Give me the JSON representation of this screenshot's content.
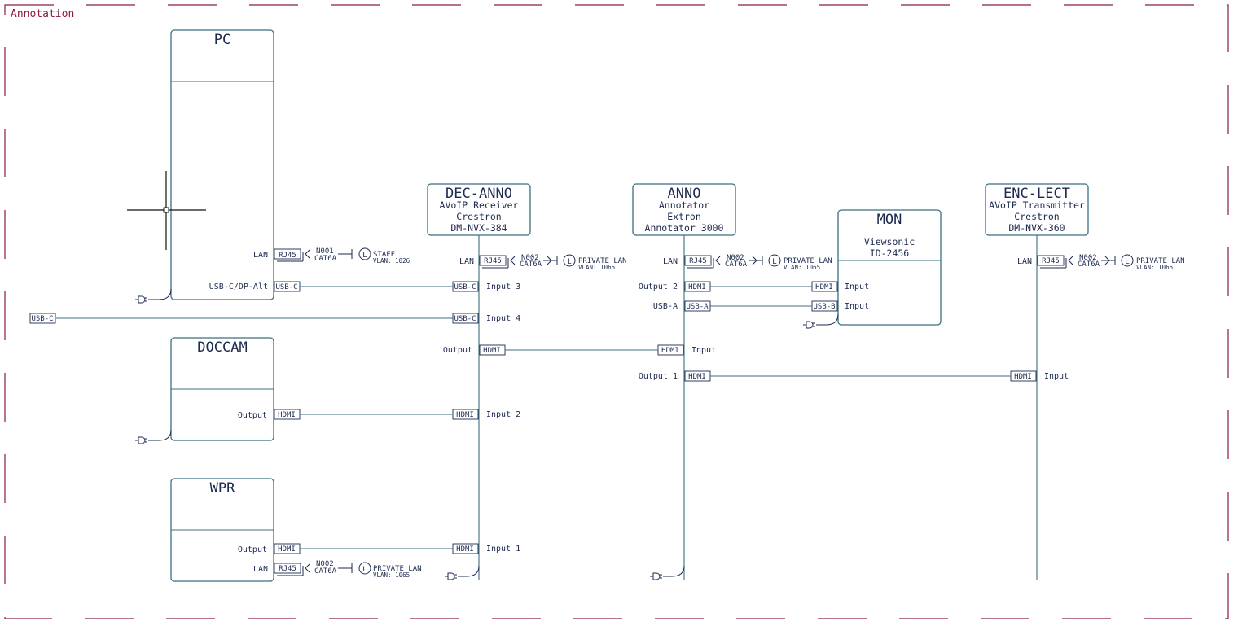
{
  "frame": {
    "label": "Annotation",
    "color": "#8a1c3c"
  },
  "colors": {
    "device_stroke": "#3c6e82",
    "text": "#1d2a4f"
  },
  "devices": {
    "pc": {
      "title": "PC",
      "lan_label": "LAN",
      "usbc_label": "USB-C/DP-Alt"
    },
    "doccam": {
      "title": "DOCCAM",
      "output_label": "Output"
    },
    "wpr": {
      "title": "WPR",
      "output_label": "Output",
      "lan_label": "LAN"
    },
    "dec": {
      "title": "DEC-ANNO",
      "line1": "AVoIP Receiver",
      "line2": "Crestron",
      "line3": "DM-NVX-384",
      "lan_label": "LAN",
      "input3": "Input 3",
      "input4": "Input 4",
      "output": "Output",
      "input2": "Input 2",
      "input1": "Input 1"
    },
    "anno": {
      "title": "ANNO",
      "line1": "Annotator",
      "line2": "Extron",
      "line3": "Annotator 3000",
      "lan_label": "LAN",
      "output2": "Output 2",
      "usba": "USB-A",
      "output1": "Output 1",
      "input": "Input"
    },
    "mon": {
      "title": "MON",
      "line1": "Viewsonic",
      "line2": "ID-2456",
      "input_hdmi": "Input",
      "input_usb": "Input"
    },
    "enc": {
      "title": "ENC-LECT",
      "line1": "AVoIP Transmitter",
      "line2": "Crestron",
      "line3": "DM-NVX-360",
      "lan_label": "LAN",
      "input": "Input"
    }
  },
  "connectors": {
    "rj45": "RJ45",
    "usbc": "USB-C",
    "hdmi": "HDMI",
    "usba": "USB-A",
    "usbb": "USB-B"
  },
  "network": {
    "pc": {
      "id": "N001",
      "cable": "CAT6A",
      "net": "STAFF",
      "vlan": "VLAN: 1026"
    },
    "dec": {
      "id": "N002",
      "cable": "CAT6A",
      "net": "PRIVATE LAN",
      "vlan": "VLAN: 1065"
    },
    "anno": {
      "id": "N002",
      "cable": "CAT6A",
      "net": "PRIVATE LAN",
      "vlan": "VLAN: 1065"
    },
    "enc": {
      "id": "N002",
      "cable": "CAT6A",
      "net": "PRIVATE LAN",
      "vlan": "VLAN: 1065"
    },
    "wpr": {
      "id": "N002",
      "cable": "CAT6A",
      "net": "PRIVATE LAN",
      "vlan": "VLAN: 1065"
    },
    "network_symbol": "L"
  },
  "icons": {
    "power": "power-plug-icon",
    "cursor": "crosshair-cursor-icon"
  }
}
